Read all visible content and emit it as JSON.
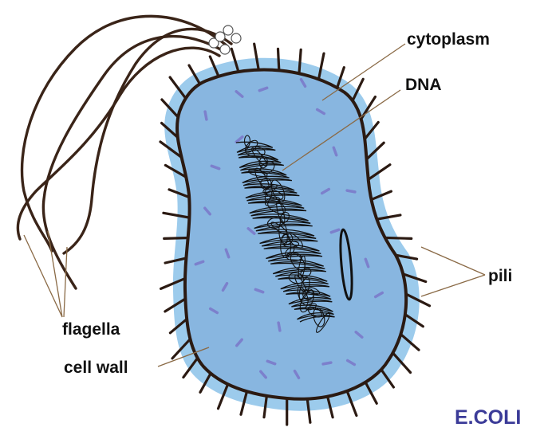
{
  "diagram": {
    "title": "E.COLI",
    "labels": {
      "cytoplasm": "cytoplasm",
      "dna": "DNA",
      "pili": "pili",
      "flagella": "flagella",
      "cell_wall": "cell wall"
    }
  },
  "colors": {
    "capsule": "#9ccbec",
    "cytoplasm": "#88b6e0",
    "cell_wall": "#2b1a12",
    "pili": "#2b1a12",
    "flagella": "#3a2418",
    "dna": "#111111",
    "ribosome": "#7a77c9",
    "title": "#3b3b98",
    "leader_line": "#8a6a46"
  }
}
